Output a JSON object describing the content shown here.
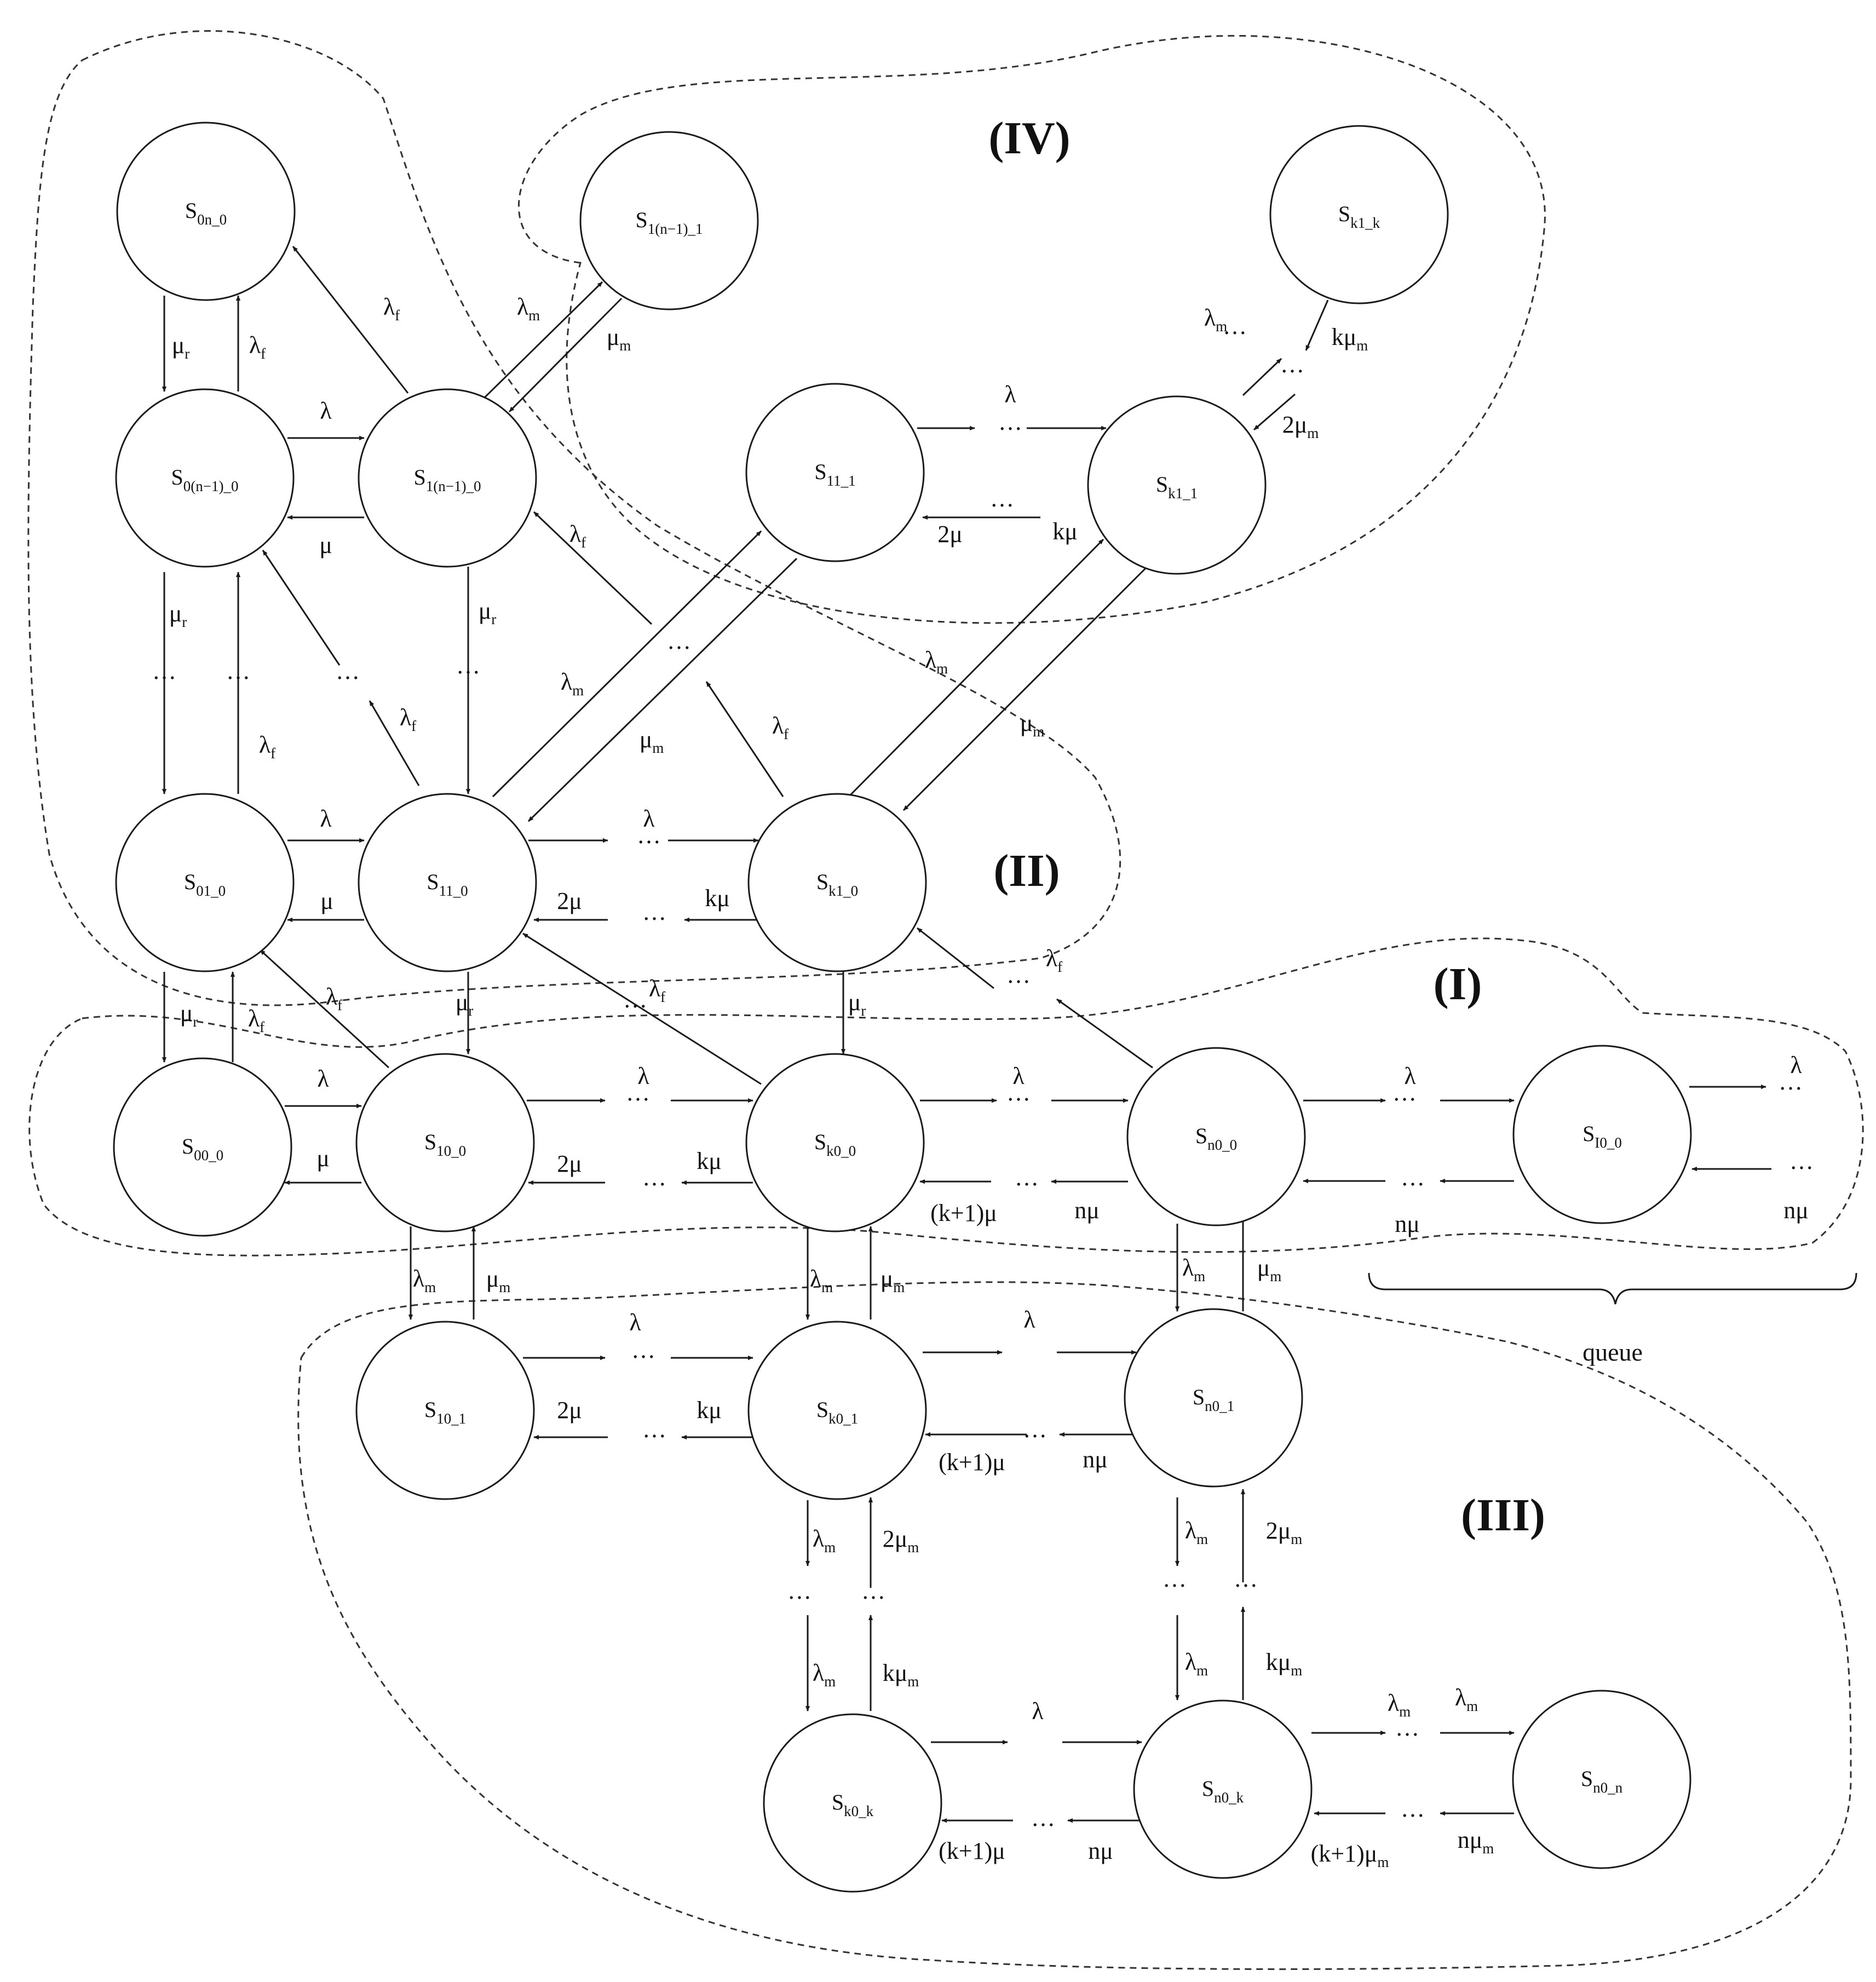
{
  "diagram": {
    "regions": [
      {
        "id": "I",
        "label": "(I)"
      },
      {
        "id": "II",
        "label": "(II)"
      },
      {
        "id": "III",
        "label": "(III)"
      },
      {
        "id": "IV",
        "label": "(IV)"
      }
    ],
    "queue_label": "queue",
    "ellipsis": "…",
    "states": [
      {
        "id": "s0n0",
        "base": "S",
        "sub": "0n_0"
      },
      {
        "id": "s1n11",
        "base": "S",
        "sub": "1(n−1)_1"
      },
      {
        "id": "sk1k",
        "base": "S",
        "sub": "k1_k"
      },
      {
        "id": "s0n10",
        "base": "S",
        "sub": "0(n−1)_0"
      },
      {
        "id": "s1n10",
        "base": "S",
        "sub": "1(n−1)_0"
      },
      {
        "id": "s111",
        "base": "S",
        "sub": "11_1"
      },
      {
        "id": "sk11",
        "base": "S",
        "sub": "k1_1"
      },
      {
        "id": "s010",
        "base": "S",
        "sub": "01_0"
      },
      {
        "id": "s110",
        "base": "S",
        "sub": "11_0"
      },
      {
        "id": "sk10",
        "base": "S",
        "sub": "k1_0"
      },
      {
        "id": "s000",
        "base": "S",
        "sub": "00_0"
      },
      {
        "id": "s100",
        "base": "S",
        "sub": "10_0"
      },
      {
        "id": "sk00",
        "base": "S",
        "sub": "k0_0"
      },
      {
        "id": "sn00",
        "base": "S",
        "sub": "n0_0"
      },
      {
        "id": "sI0",
        "base": "S",
        "sub": "I0_0"
      },
      {
        "id": "s101",
        "base": "S",
        "sub": "10_1"
      },
      {
        "id": "sk01",
        "base": "S",
        "sub": "k0_1"
      },
      {
        "id": "sn01",
        "base": "S",
        "sub": "n0_1"
      },
      {
        "id": "sk0k",
        "base": "S",
        "sub": "k0_k"
      },
      {
        "id": "sn0k",
        "base": "S",
        "sub": "n0_k"
      },
      {
        "id": "sn0n",
        "base": "S",
        "sub": "n0_n"
      }
    ],
    "rates": [
      {
        "id": "r1",
        "base": "μ",
        "sub": "r"
      },
      {
        "id": "r2",
        "base": "λ",
        "sub": "f"
      },
      {
        "id": "r3",
        "base": "λ",
        "sub": "f"
      },
      {
        "id": "r4",
        "base": "λ",
        "sub": "m"
      },
      {
        "id": "r5",
        "base": "μ",
        "sub": "m"
      },
      {
        "id": "r6",
        "base": "λ",
        "sub": ""
      },
      {
        "id": "r7",
        "base": "μ",
        "sub": ""
      },
      {
        "id": "r8",
        "base": "λ",
        "sub": "m"
      },
      {
        "id": "r9",
        "base": "kμ",
        "sub": "m"
      },
      {
        "id": "r10",
        "base": "2μ",
        "sub": "m"
      },
      {
        "id": "r11",
        "base": "λ",
        "sub": ""
      },
      {
        "id": "r12",
        "base": "2μ",
        "sub": ""
      },
      {
        "id": "r13",
        "base": "kμ",
        "sub": ""
      },
      {
        "id": "r14",
        "base": "λ",
        "sub": "f"
      },
      {
        "id": "r15",
        "base": "μ",
        "sub": "r"
      },
      {
        "id": "r16",
        "base": "μ",
        "sub": "r"
      },
      {
        "id": "r17",
        "base": "λ",
        "sub": "f"
      },
      {
        "id": "r18",
        "base": "λ",
        "sub": "m"
      },
      {
        "id": "r19",
        "base": "λ",
        "sub": "f"
      },
      {
        "id": "r20",
        "base": "λ",
        "sub": "m"
      },
      {
        "id": "r21",
        "base": "μ",
        "sub": "m"
      },
      {
        "id": "r22",
        "base": "μ",
        "sub": "m"
      },
      {
        "id": "r23",
        "base": "λ",
        "sub": "f"
      },
      {
        "id": "r24",
        "base": "λ",
        "sub": ""
      },
      {
        "id": "r25",
        "base": "μ",
        "sub": ""
      },
      {
        "id": "r26",
        "base": "λ",
        "sub": ""
      },
      {
        "id": "r27",
        "base": "2μ",
        "sub": ""
      },
      {
        "id": "r28",
        "base": "kμ",
        "sub": ""
      },
      {
        "id": "r29",
        "base": "λ",
        "sub": "f"
      },
      {
        "id": "r30",
        "base": "λ",
        "sub": "f"
      },
      {
        "id": "r31",
        "base": "λ",
        "sub": "f"
      },
      {
        "id": "r32",
        "base": "μ",
        "sub": "r"
      },
      {
        "id": "r33",
        "base": "μ",
        "sub": "r"
      },
      {
        "id": "r34",
        "base": "λ",
        "sub": "f"
      },
      {
        "id": "r35",
        "base": "μ",
        "sub": "r"
      },
      {
        "id": "r36",
        "base": "λ",
        "sub": ""
      },
      {
        "id": "r37",
        "base": "μ",
        "sub": ""
      },
      {
        "id": "r38",
        "base": "λ",
        "sub": ""
      },
      {
        "id": "r39",
        "base": "2μ",
        "sub": ""
      },
      {
        "id": "r40",
        "base": "kμ",
        "sub": ""
      },
      {
        "id": "r41",
        "base": "λ",
        "sub": ""
      },
      {
        "id": "r42",
        "base": "(k+1)μ",
        "sub": ""
      },
      {
        "id": "r43",
        "base": "nμ",
        "sub": ""
      },
      {
        "id": "r44",
        "base": "λ",
        "sub": ""
      },
      {
        "id": "r45",
        "base": "nμ",
        "sub": ""
      },
      {
        "id": "r46",
        "base": "λ",
        "sub": ""
      },
      {
        "id": "r47",
        "base": "nμ",
        "sub": ""
      },
      {
        "id": "r48",
        "base": "λ",
        "sub": "m"
      },
      {
        "id": "r49",
        "base": "μ",
        "sub": "m"
      },
      {
        "id": "r50",
        "base": "λ",
        "sub": "m"
      },
      {
        "id": "r51",
        "base": "μ",
        "sub": "m"
      },
      {
        "id": "r52",
        "base": "λ",
        "sub": "m"
      },
      {
        "id": "r53",
        "base": "μ",
        "sub": "m"
      },
      {
        "id": "r54",
        "base": "λ",
        "sub": ""
      },
      {
        "id": "r55",
        "base": "2μ",
        "sub": ""
      },
      {
        "id": "r56",
        "base": "kμ",
        "sub": ""
      },
      {
        "id": "r57",
        "base": "λ",
        "sub": ""
      },
      {
        "id": "r58",
        "base": "(k+1)μ",
        "sub": ""
      },
      {
        "id": "r59",
        "base": "nμ",
        "sub": ""
      },
      {
        "id": "r60",
        "base": "λ",
        "sub": "m"
      },
      {
        "id": "r61",
        "base": "2μ",
        "sub": "m"
      },
      {
        "id": "r62",
        "base": "λ",
        "sub": "m"
      },
      {
        "id": "r63",
        "base": "2μ",
        "sub": "m"
      },
      {
        "id": "r64",
        "base": "λ",
        "sub": "m"
      },
      {
        "id": "r65",
        "base": "kμ",
        "sub": "m"
      },
      {
        "id": "r66",
        "base": "λ",
        "sub": "m"
      },
      {
        "id": "r67",
        "base": "kμ",
        "sub": "m"
      },
      {
        "id": "r68",
        "base": "λ",
        "sub": ""
      },
      {
        "id": "r69",
        "base": "(k+1)μ",
        "sub": ""
      },
      {
        "id": "r70",
        "base": "nμ",
        "sub": ""
      },
      {
        "id": "r71",
        "base": "λ",
        "sub": "m"
      },
      {
        "id": "r72",
        "base": "λ",
        "sub": "m"
      },
      {
        "id": "r73",
        "base": "(k+1)μ",
        "sub": "m"
      },
      {
        "id": "r74",
        "base": "nμ",
        "sub": "m"
      }
    ]
  }
}
